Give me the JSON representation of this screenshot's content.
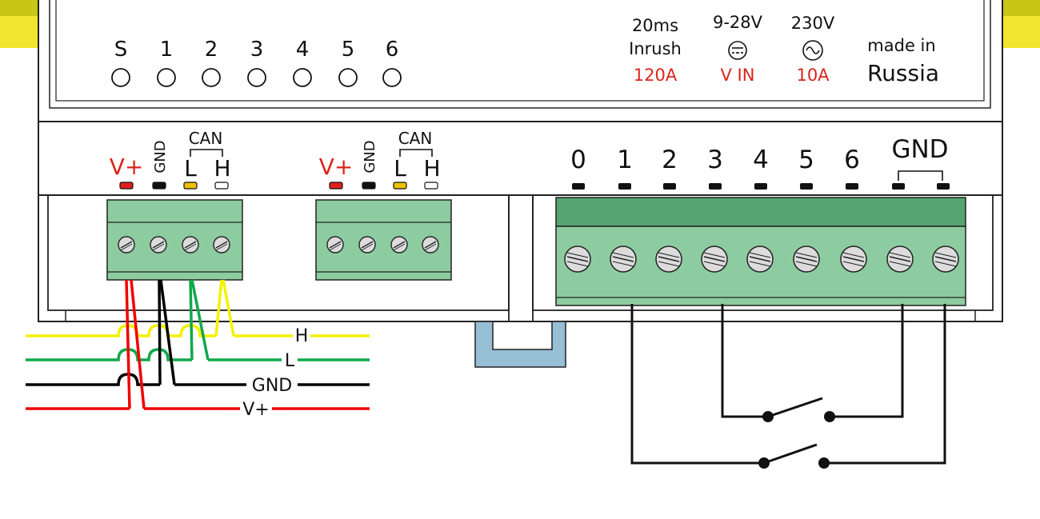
{
  "leds": {
    "labels": [
      "S",
      "1",
      "2",
      "3",
      "4",
      "5",
      "6"
    ]
  },
  "specs": {
    "inrush_line1": "20ms",
    "inrush_line2": "Inrush",
    "inrush_value": "120A",
    "vin_voltage": "9-28V",
    "vin_label": "V IN",
    "ac_voltage": "230V",
    "ac_current": "10A",
    "made_in": "made in",
    "country": "Russia"
  },
  "can_ports": [
    {
      "vplus": "V+",
      "gnd": "GND",
      "can": "CAN",
      "l": "L",
      "h": "H"
    },
    {
      "vplus": "V+",
      "gnd": "GND",
      "can": "CAN",
      "l": "L",
      "h": "H"
    }
  ],
  "inputs": {
    "labels": [
      "0",
      "1",
      "2",
      "3",
      "4",
      "5",
      "6"
    ],
    "gnd": "GND"
  },
  "bus_lines": {
    "h": "H",
    "l": "L",
    "gnd": "GND",
    "vplus": "V+"
  },
  "colors": {
    "yellow_bus": "#F2F200",
    "green_bus": "#11A84B",
    "black_bus": "#000000",
    "red_bus": "#F00000",
    "terminal_block": "#8DCCA0",
    "terminal_block_dark": "#56A571",
    "din_clip": "#97BFD6",
    "spec_red": "#D9261C",
    "led_red": "#E0201A",
    "led_yellow": "#F0C000"
  },
  "icons": {
    "dc_symbol": "dc-circle-icon",
    "ac_symbol": "ac-sine-circle-icon"
  }
}
